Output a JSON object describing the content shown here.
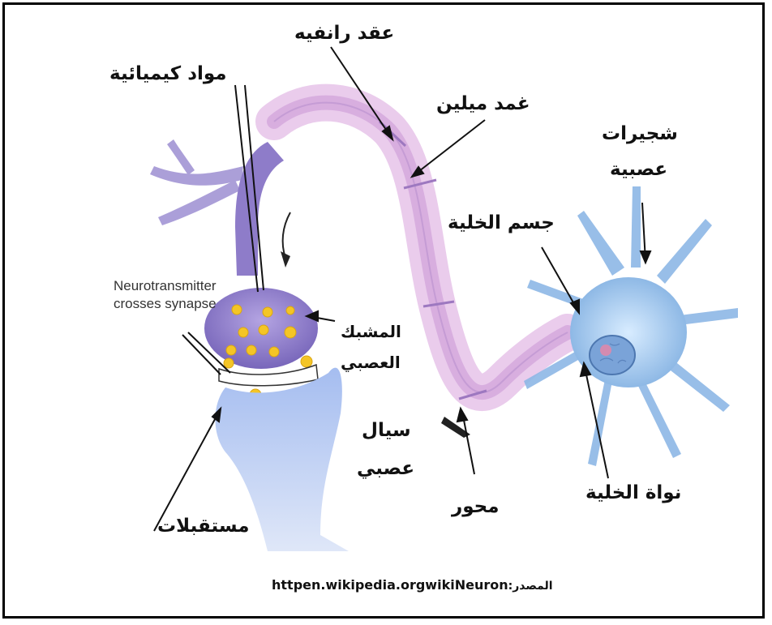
{
  "labels": {
    "node_of_ranvier": "عقد رانفيه",
    "chemicals": "مواد كيميائية",
    "myelin_sheath": "غمد ميلين",
    "dendrites_line1": "شجيرات",
    "dendrites_line2": "عصبية",
    "cell_body": "جسم الخلية",
    "synapse_line1": "المشبك",
    "synapse_line2": "العصبي",
    "nerve_impulse_line1": "سيال",
    "nerve_impulse_line2": "عصبي",
    "axon": "محور",
    "nucleus": "نواة الخلية",
    "receptors": "مستقبلات"
  },
  "english_annotation": {
    "line1": "Neurotransmitter",
    "line2": "crosses synapse"
  },
  "source": {
    "url": "httpen.wikipedia.orgwikiNeuron",
    "label": ":المصدر"
  },
  "colors": {
    "axon_purple": "#b79fd6",
    "myelin_pink": "#e3bde3",
    "terminal_purple": "#8c7cc8",
    "receptor_blue": "#7f9fd8",
    "cell_blue": "#9ec3ec",
    "vesicle_yellow": "#f2c62a"
  }
}
